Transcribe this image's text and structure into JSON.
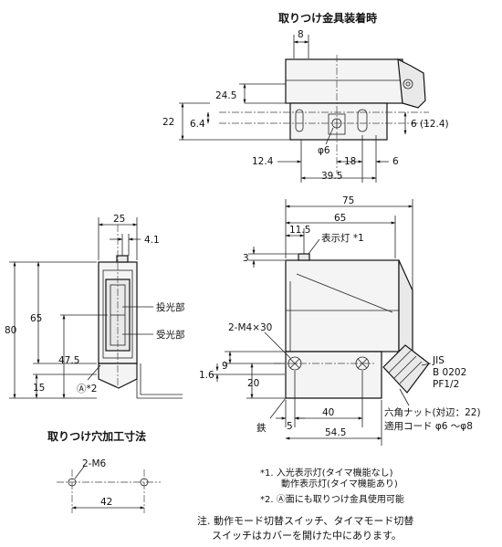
{
  "titles": {
    "mounting_bracket": "取りつけ金具装着時",
    "mounting_hole": "取りつけ穴加工寸法"
  },
  "dims_top": {
    "d8": "8",
    "d24_5": "24.5",
    "d22": "22",
    "d6_4": "6.4",
    "d6_12_4": "6 (12.4)",
    "phi6": "φ6",
    "d12_4": "12.4",
    "d18": "18",
    "d6b": "6",
    "d39_5": "39.5"
  },
  "dims_left": {
    "d25": "25",
    "d4_1": "4.1",
    "d80": "80",
    "d65": "65",
    "d47_5": "47.5",
    "d15": "15",
    "note_a2": "Ⓐ*2",
    "emitter": "投光部",
    "receiver": "受光部"
  },
  "dims_right": {
    "d75": "75",
    "d65": "65",
    "d11_5": "11.5",
    "indicator": "表示灯 *1",
    "d3": "3",
    "m4": "2-M4×30",
    "d9": "9",
    "d1_6": "1.6",
    "d20": "20",
    "d5": "5",
    "d40": "40",
    "d54_5": "54.5",
    "iron": "鉄",
    "jis1": "JIS",
    "jis2": "B 0202",
    "jis3": "PF1/2",
    "hexnut": "六角ナット(対辺：22)",
    "cord": "適用コード φ6 ～φ8"
  },
  "dims_hole": {
    "m6": "2-M6",
    "d42": "42"
  },
  "notes": {
    "n1a": "*1. 入光表示灯(タイマ機能なし)",
    "n1b": "動作表示灯(タイマ機能あり)",
    "n2": "*2. Ⓐ面にも取りつけ金具使用可能",
    "n3a": "注. 動作モード切替スイッチ、タイマモード切替",
    "n3b": "スイッチはカバーを開けた中にあります。"
  }
}
